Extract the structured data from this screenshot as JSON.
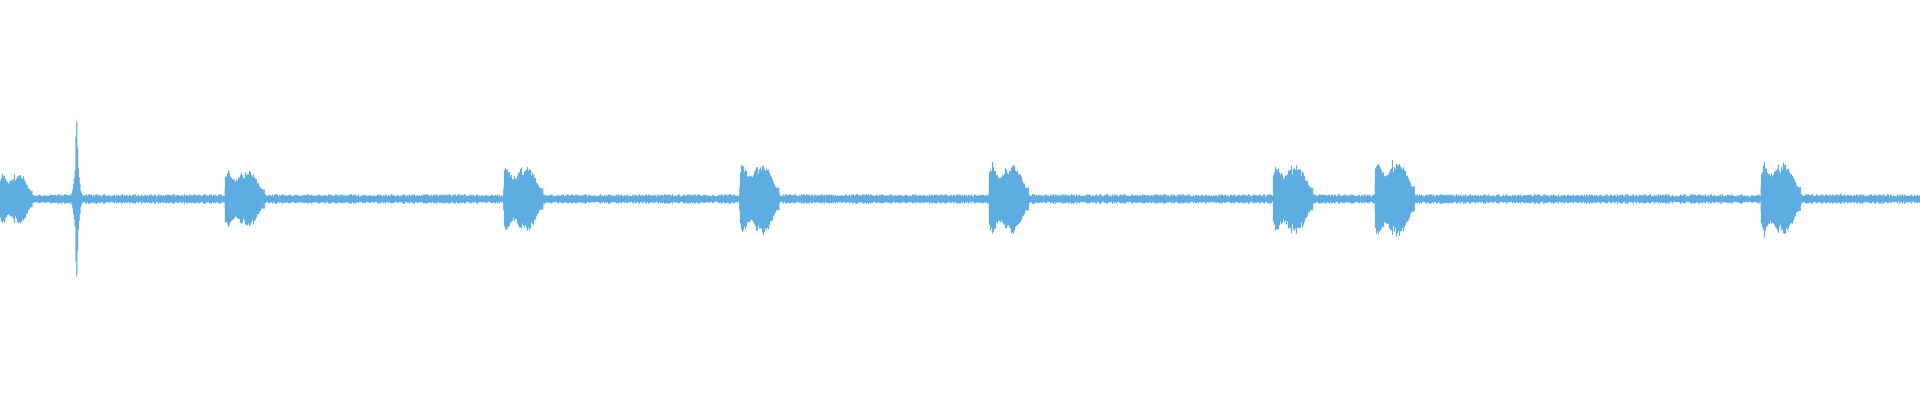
{
  "waveform": {
    "color": "#5dade2",
    "background": "#ffffff",
    "noise_level": 0.025,
    "bursts": [
      {
        "start": 0.0,
        "end": 0.017,
        "peak": 0.14
      },
      {
        "start": 0.117,
        "end": 0.138,
        "peak": 0.16
      },
      {
        "start": 0.262,
        "end": 0.283,
        "peak": 0.18
      },
      {
        "start": 0.385,
        "end": 0.406,
        "peak": 0.19
      },
      {
        "start": 0.515,
        "end": 0.536,
        "peak": 0.19
      },
      {
        "start": 0.663,
        "end": 0.684,
        "peak": 0.19
      },
      {
        "start": 0.716,
        "end": 0.737,
        "peak": 0.21
      },
      {
        "start": 0.917,
        "end": 0.938,
        "peak": 0.2
      }
    ],
    "spikes": [
      {
        "position": 0.04,
        "peak": 0.5
      }
    ]
  }
}
